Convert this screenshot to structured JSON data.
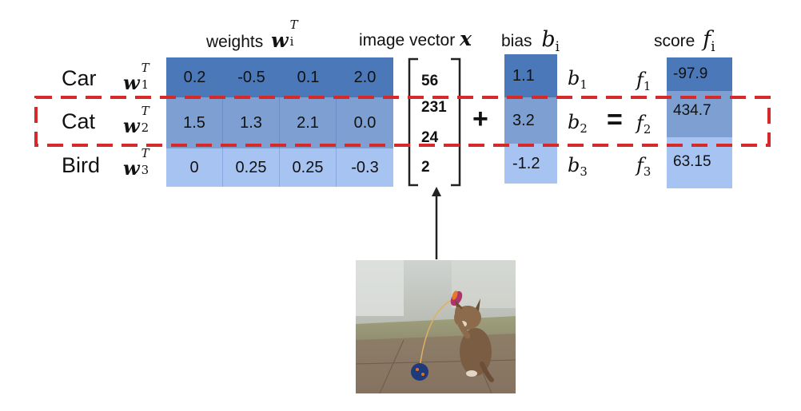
{
  "headers": {
    "weights_label": "weights",
    "weights_symbol": "w",
    "weights_sup": "T",
    "weights_sub": "i",
    "image_vector_label": "image vector",
    "image_vector_symbol": "x",
    "bias_label": "bias",
    "bias_symbol": "b",
    "bias_sub": "i",
    "score_label": "score",
    "score_symbol": "f",
    "score_sub": "i"
  },
  "rows": [
    {
      "label": "Car",
      "w_symbol": "w",
      "w_sup": "T",
      "w_sub": "1",
      "weights": [
        "0.2",
        "-0.5",
        "0.1",
        "2.0"
      ],
      "bias": "1.1",
      "b_symbol": "b",
      "b_sub": "1",
      "f_symbol": "f",
      "f_sub": "1",
      "score": "-97.9"
    },
    {
      "label": "Cat",
      "w_symbol": "w",
      "w_sup": "T",
      "w_sub": "2",
      "weights": [
        "1.5",
        "1.3",
        "2.1",
        "0.0"
      ],
      "bias": "3.2",
      "b_symbol": "b",
      "b_sub": "2",
      "f_symbol": "f",
      "f_sub": "2",
      "score": "434.7"
    },
    {
      "label": "Bird",
      "w_symbol": "w",
      "w_sup": "T",
      "w_sub": "3",
      "weights": [
        "0",
        "0.25",
        "0.25",
        "-0.3"
      ],
      "bias": "-1.2",
      "b_symbol": "b",
      "b_sub": "3",
      "f_symbol": "f",
      "f_sub": "3",
      "score": "63.15"
    }
  ],
  "image_vector": [
    "56",
    "231",
    "24",
    "2"
  ],
  "operators": {
    "plus": "+",
    "equals": "="
  },
  "colors": {
    "row1": "#4a78b8",
    "row2": "#7d9fd1",
    "row3": "#a6c3f1",
    "highlight_dash": "#d42a2a"
  },
  "photo": {
    "subject": "kitten-playing-with-feather-toy"
  }
}
